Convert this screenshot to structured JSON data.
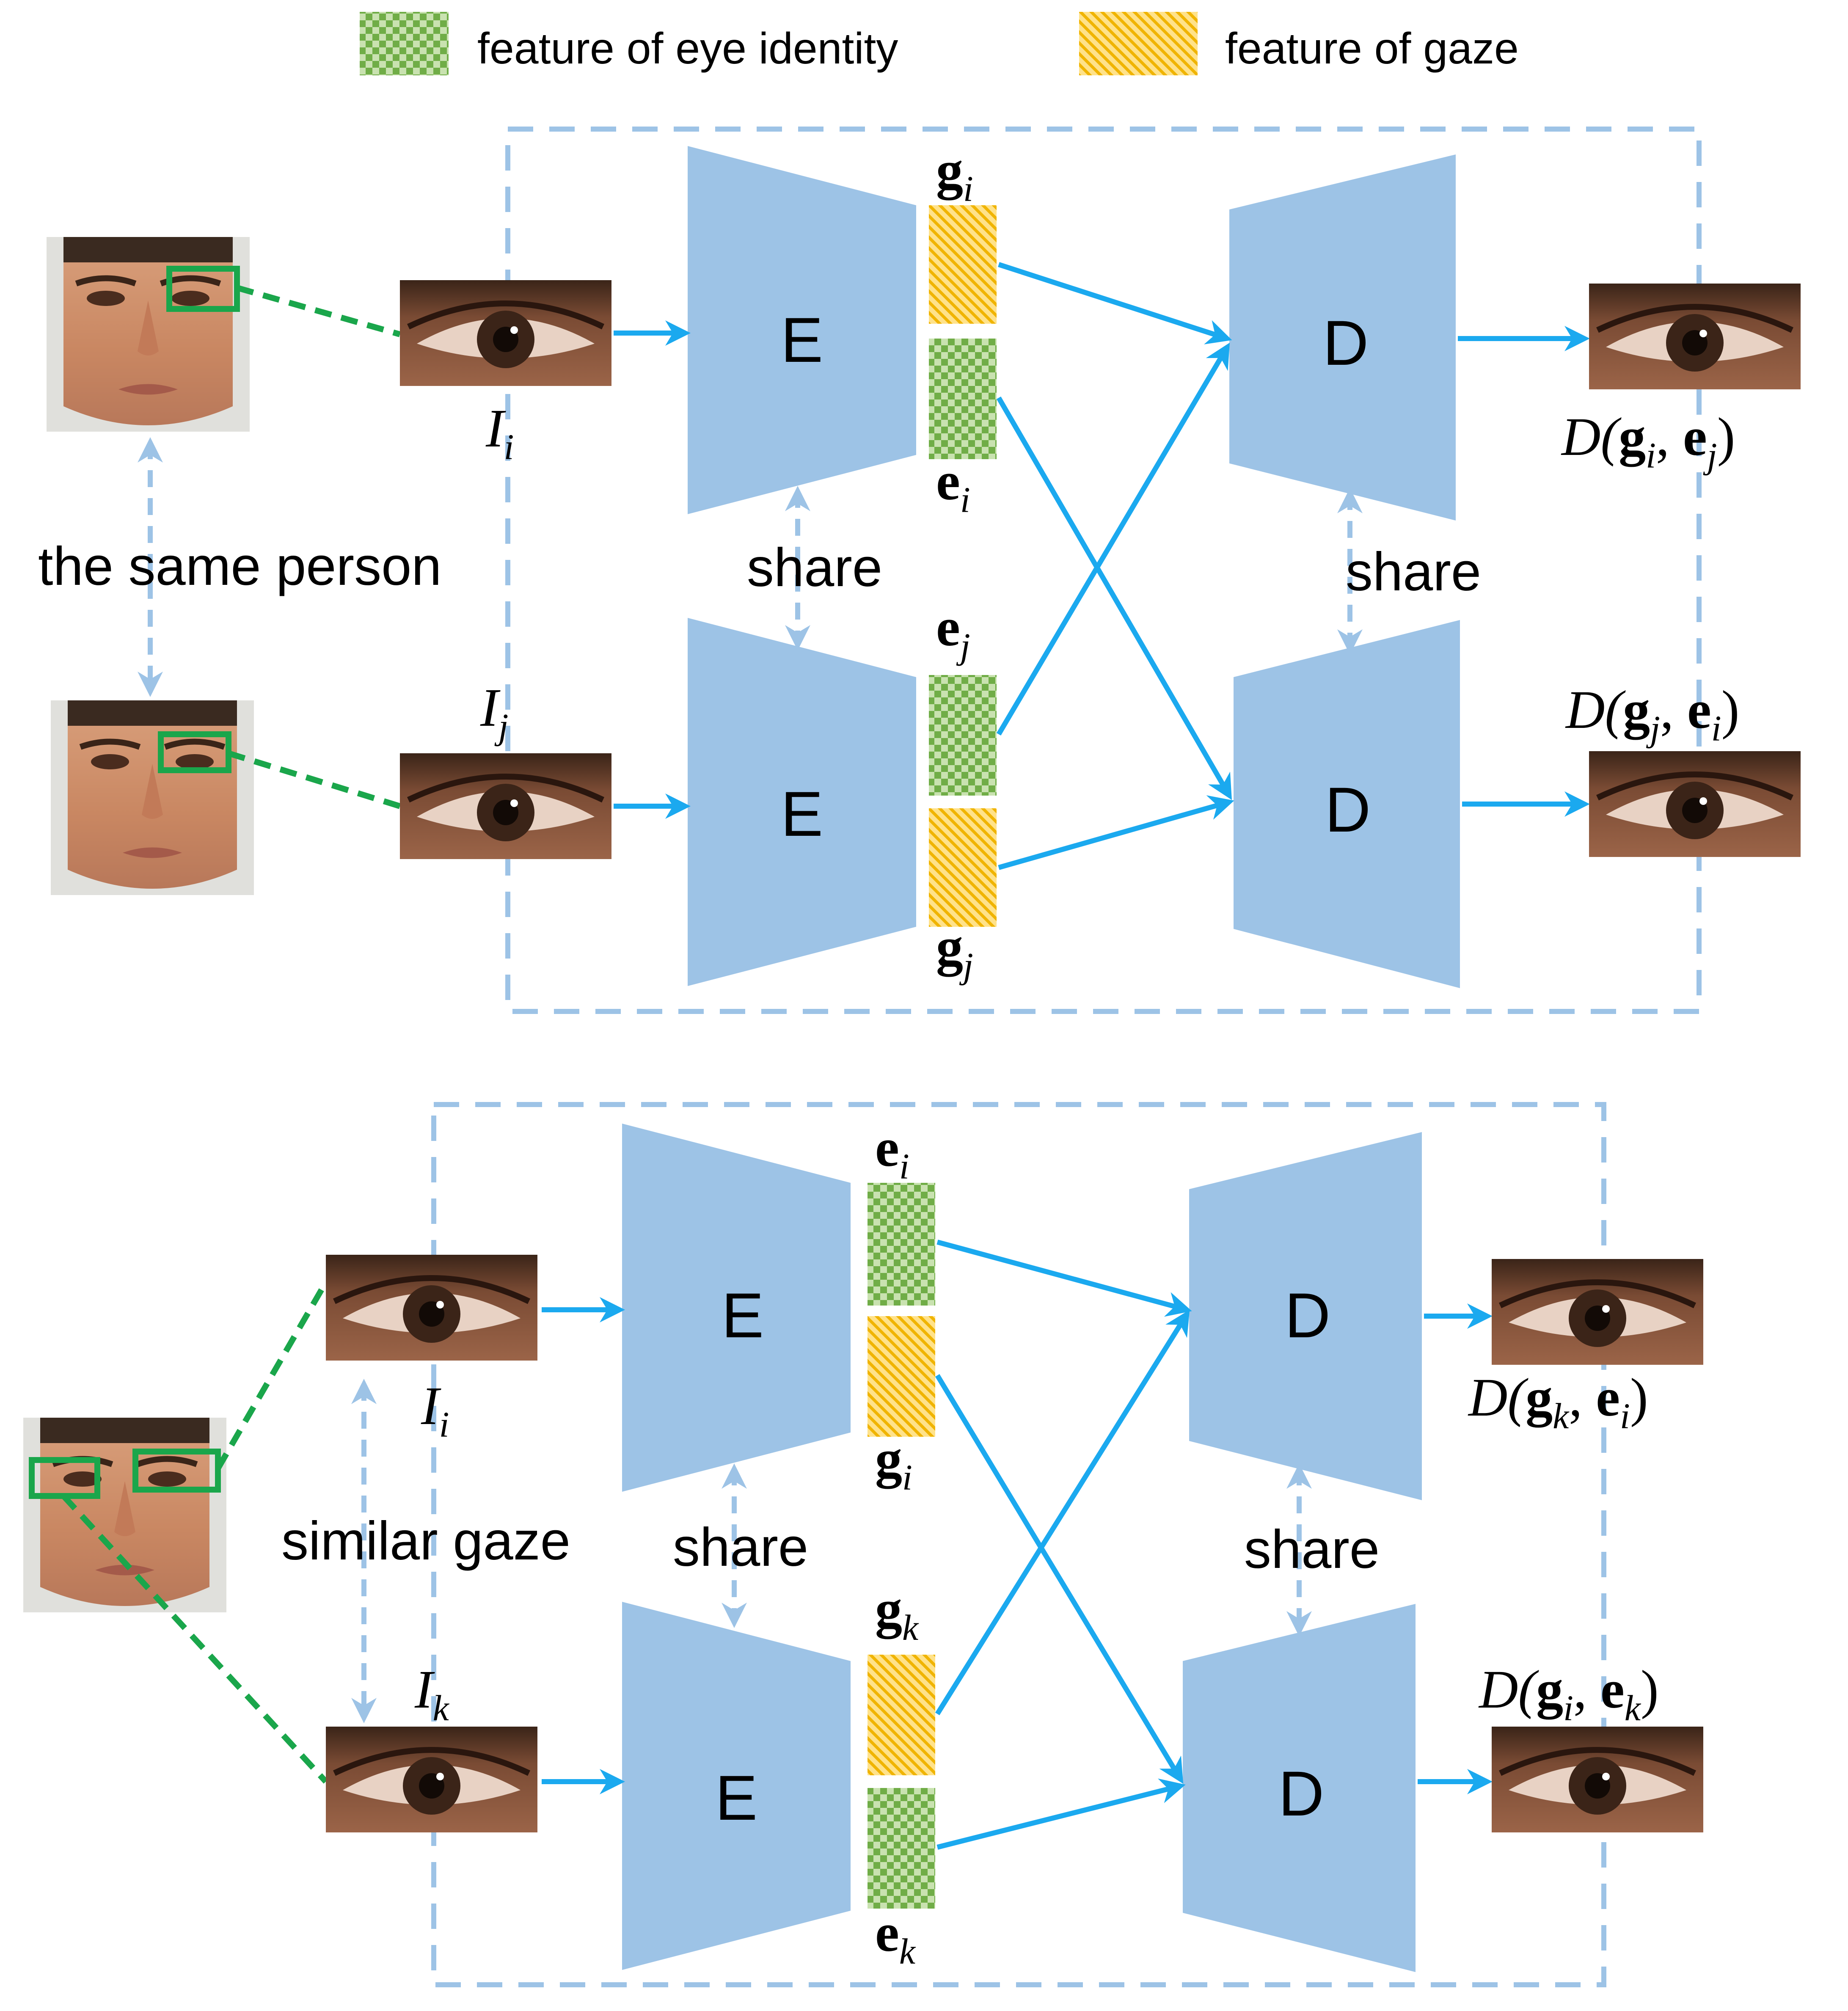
{
  "legend": {
    "identity_label": "feature of eye identity",
    "gaze_label": "feature of gaze"
  },
  "encoder_letter": "E",
  "decoder_letter": "D",
  "share_label": "share",
  "top_panel": {
    "relation_label": "the same person",
    "input_a": {
      "sym": "I",
      "sub": "i"
    },
    "input_b": {
      "sym": "I",
      "sub": "j"
    },
    "feat_gi": {
      "sym": "g",
      "sub": "i"
    },
    "feat_ei": {
      "sym": "e",
      "sub": "i"
    },
    "feat_ej": {
      "sym": "e",
      "sub": "j"
    },
    "feat_gj": {
      "sym": "g",
      "sub": "j"
    },
    "out_a": {
      "fn": "D(",
      "g": "g",
      "gsub": "i",
      "sep": ", ",
      "e": "e",
      "esub": "j",
      "close": ")"
    },
    "out_b": {
      "fn": "D(",
      "g": "g",
      "gsub": "j",
      "sep": ", ",
      "e": "e",
      "esub": "i",
      "close": ")"
    }
  },
  "bottom_panel": {
    "relation_label": "similar gaze",
    "input_a": {
      "sym": "I",
      "sub": "i"
    },
    "input_b": {
      "sym": "I",
      "sub": "k"
    },
    "feat_ei": {
      "sym": "e",
      "sub": "i"
    },
    "feat_gi": {
      "sym": "g",
      "sub": "i"
    },
    "feat_gk": {
      "sym": "g",
      "sub": "k"
    },
    "feat_ek": {
      "sym": "e",
      "sub": "k"
    },
    "out_a": {
      "fn": "D(",
      "g": "g",
      "gsub": "k",
      "sep": ", ",
      "e": "e",
      "esub": "i",
      "close": ")"
    },
    "out_b": {
      "fn": "D(",
      "g": "g",
      "gsub": "i",
      "sep": ", ",
      "e": "e",
      "esub": "k",
      "close": ")"
    }
  },
  "colors": {
    "network_fill": "#9dc3e6",
    "arrow": "#1ba9ef",
    "dashed_border": "#9dc3e6",
    "crop_box": "#1aa64b",
    "identity_green": "#70ad47",
    "gaze_yellow": "#ffc000"
  }
}
